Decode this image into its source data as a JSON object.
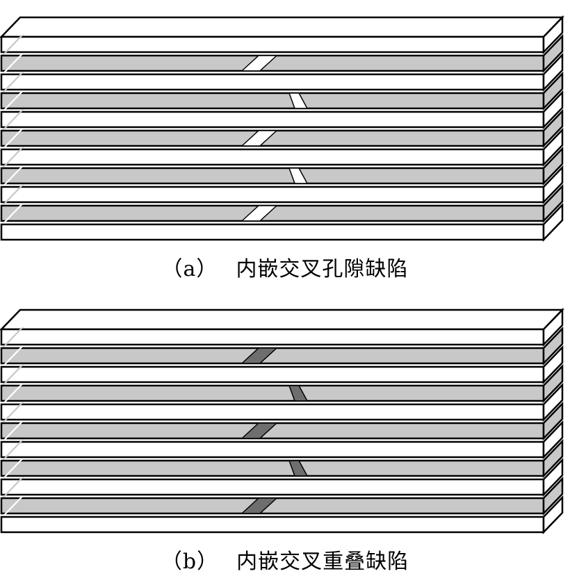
{
  "panels": [
    {
      "id": "a",
      "label": "（a）",
      "caption": "内嵌交叉孔隙缺陷",
      "defect_type": "gap"
    },
    {
      "id": "b",
      "label": "（b）",
      "caption": "内嵌交叉重叠缺陷",
      "defect_type": "overlap"
    }
  ],
  "colors": {
    "white_ply": "#ffffff",
    "gray_ply": "#c8c8c8",
    "stroke": "#000000",
    "gap": "#ffffff",
    "overlap": "#6e6e6e"
  },
  "layers": {
    "order": [
      "white",
      "gray",
      "white",
      "gray",
      "white",
      "gray",
      "white",
      "gray",
      "white",
      "gray",
      "white"
    ],
    "defect_pattern": [
      "diagonal",
      "near_vertical",
      "diagonal",
      "near_vertical",
      "diagonal"
    ]
  }
}
